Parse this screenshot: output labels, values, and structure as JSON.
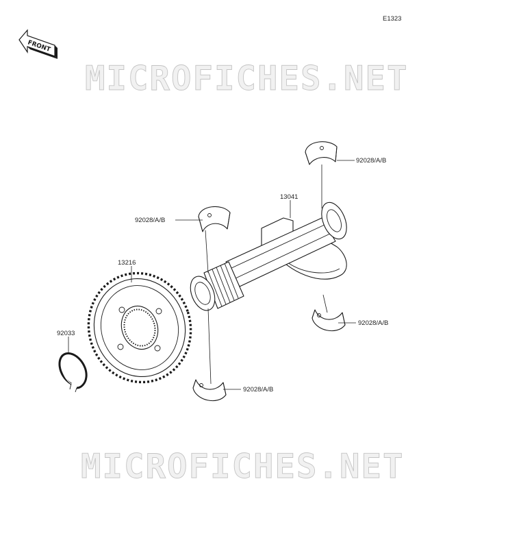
{
  "diagram_code": "E1323",
  "front_badge": "FRONT",
  "watermark": "MICROFICHES.NET",
  "parts": {
    "shaft": "13041",
    "gear": "13216",
    "circlip": "92033",
    "bearing_top_right": "92028/A/B",
    "bearing_left": "92028/A/B",
    "bearing_right_lower": "92028/A/B",
    "bearing_bottom": "92028/A/B"
  }
}
